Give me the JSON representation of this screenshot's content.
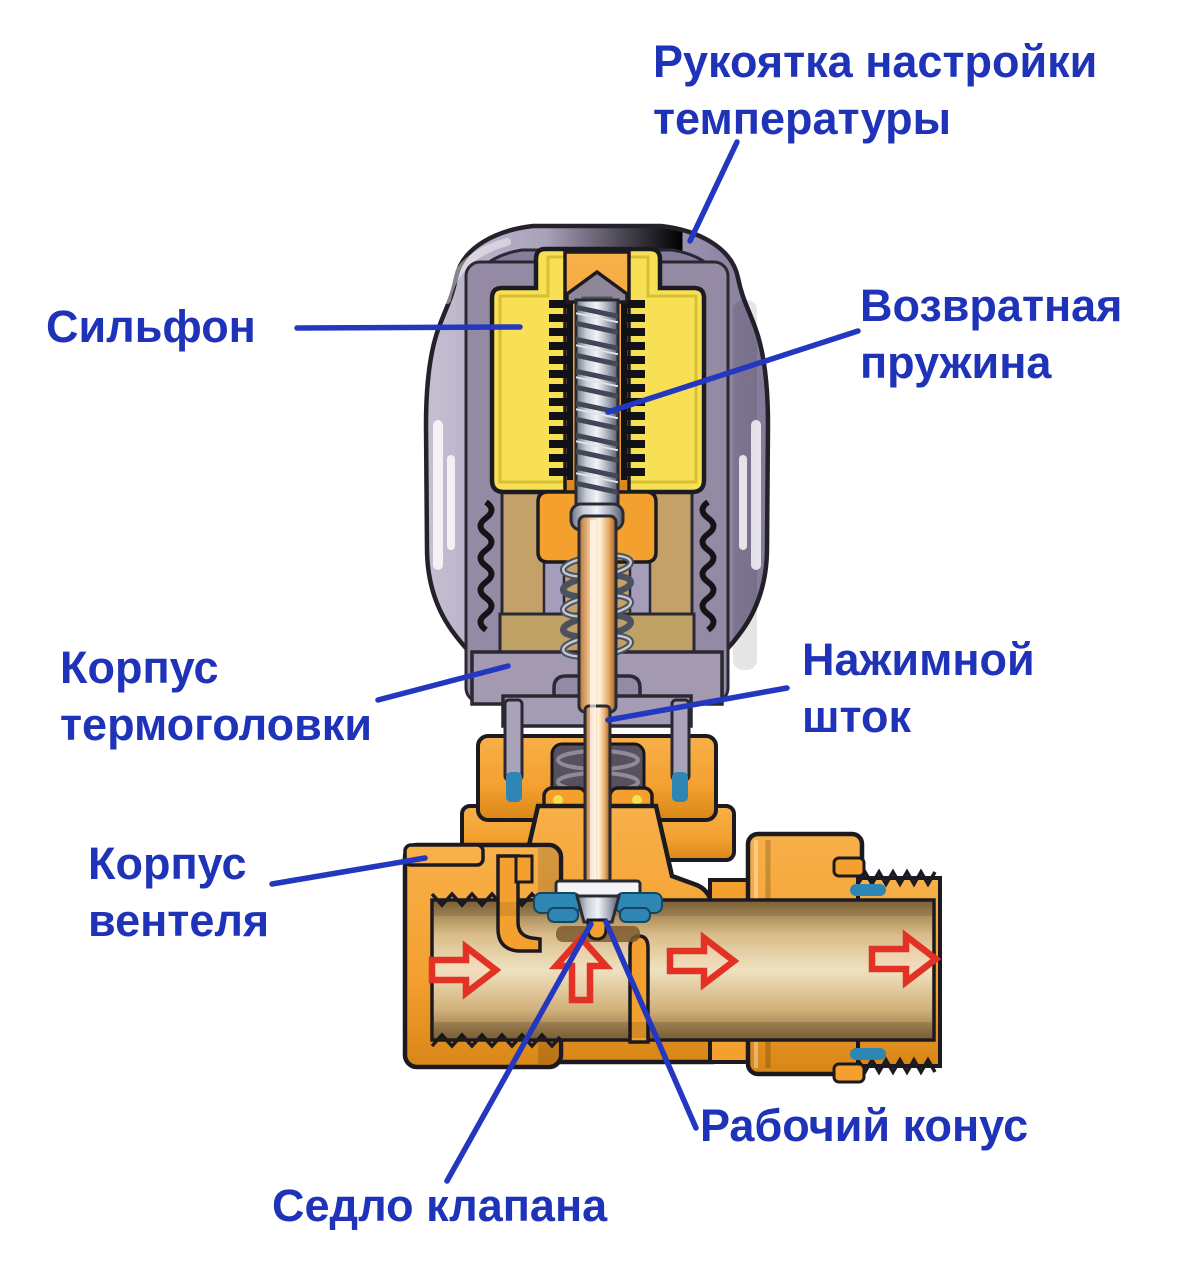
{
  "diagram": {
    "labels": [
      {
        "id": "temp-handle",
        "text": "Рукоятка настройки\nтемпературы"
      },
      {
        "id": "bellows",
        "text": "Сильфон"
      },
      {
        "id": "return-spring",
        "text": "Возвратная\nпружина"
      },
      {
        "id": "head-body",
        "text": "Корпус\nтермоголовки"
      },
      {
        "id": "push-stem",
        "text": "Нажимной\nшток"
      },
      {
        "id": "valve-body",
        "text": "Корпус\nвентеля"
      },
      {
        "id": "working-cone",
        "text": "Рабочий конус"
      },
      {
        "id": "valve-seat",
        "text": "Седло клапана"
      }
    ],
    "flow_arrows": {
      "color": "#e23125",
      "directions": [
        "right",
        "up",
        "right"
      ]
    },
    "colors": {
      "label_text": "#1f33b8",
      "leader_line": "#2437c0",
      "head_shell_gray": "#a89fb8",
      "bellows_yellow": "#f7e053",
      "body_orange": "#f3a02f",
      "brass": "#cfae76",
      "copper_rod": "#e6a866",
      "steel": "#aeb4c2",
      "seal_teal": "#2e86b4",
      "outline": "#1c1a20",
      "background": "#ffffff"
    }
  }
}
